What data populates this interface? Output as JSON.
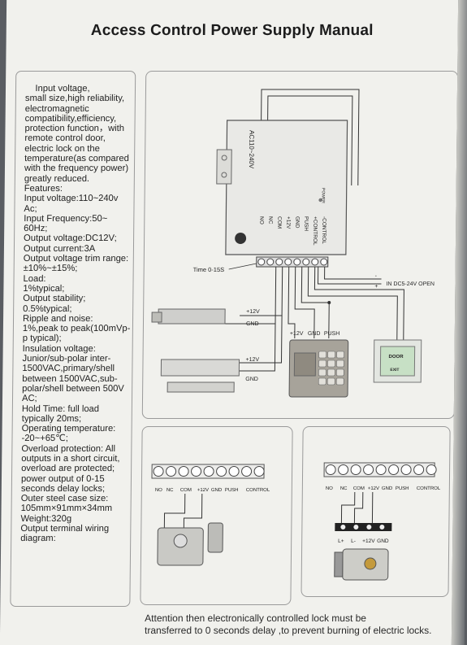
{
  "title": "Access Control Power Supply Manual",
  "specs": [
    "    Input voltage,",
    "small size,high reliability,",
    "electromagnetic",
    "compatibility,efficiency,",
    "protection function，with",
    "remote control door,",
    "electric lock on the",
    "temperature(as compared",
    "with the frequency power)",
    "greatly reduced.",
    "Features:",
    "Input voltage:110~240v",
    "Ac;",
    "Input Frequency:50~",
    "60Hz;",
    "Output voltage:DC12V;",
    "Output current:3A",
    "Output voltage trim range:",
    "±10%~±15%;",
    "Load:",
    "1%typical;",
    "Output stability;",
    "0.5%typical;",
    "Ripple and noise:",
    "1%,peak to peak(100mVp-",
    "p typical);",
    "Insulation voltage:",
    "Junior/sub-polar inter-",
    "1500VAC,primary/shell",
    "between 1500VAC,sub-",
    "polar/shell between 500V",
    "AC;",
    "Hold Time: full load",
    "typically 20ms;",
    "Operating temperature:",
    "-20~+65℃;",
    "Overload protection: All",
    "outputs in a short circuit,",
    "overload are protected;",
    "power output of 0-15",
    "seconds delay locks;",
    "Outer steel case size:",
    "105mm×91mm×34mm",
    "Weight:320g",
    "Output terminal wiring",
    "diagram:"
  ],
  "wiring": {
    "ac_label": "AC110~240V",
    "power_label": "POWER",
    "terminals": [
      "NO",
      "NC",
      "COM",
      "+12V",
      "GND",
      "PUSH",
      "+CONTROL",
      "-CONTROL"
    ],
    "time_label": "Time 0-15S",
    "dc_in_label": "IN DC5-24V OPEN",
    "minus": "-",
    "plus": "+",
    "lock1_plus": "+12V",
    "lock1_gnd": "GND",
    "lock2_plus": "+12V",
    "lock2_gnd": "GND",
    "keypad_plus": "+12V",
    "keypad_gnd": "GND",
    "keypad_push": "PUSH",
    "exit_door": "DOOR",
    "exit_exit": "EXIT"
  },
  "bottom_terminals": [
    "NO",
    "NC",
    "COM",
    "+12V",
    "GND",
    "PUSH",
    "CONTROL"
  ],
  "lock_terminals": [
    "L+",
    "L-",
    "+12V",
    "GND"
  ],
  "footer": [
    "Attention then electronically controlled lock must be",
    "transferred to 0 seconds delay ,to prevent burning of electric locks."
  ]
}
